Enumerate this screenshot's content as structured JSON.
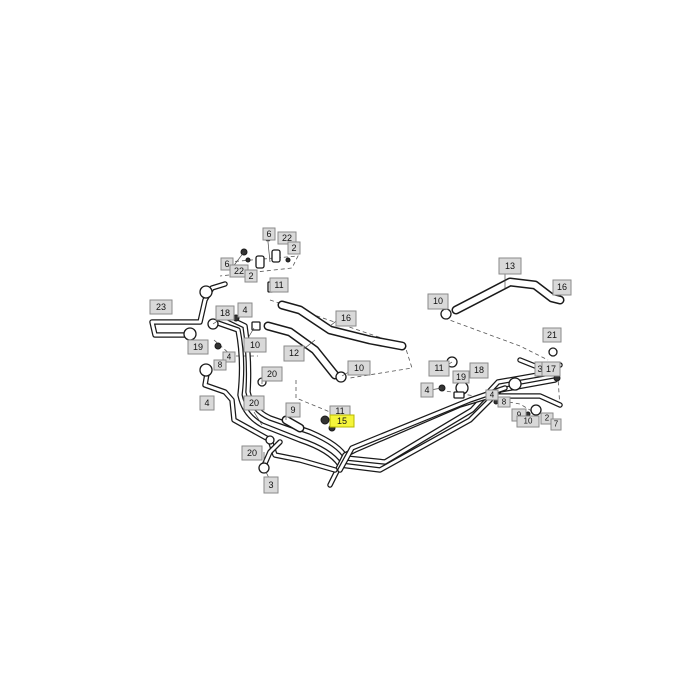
{
  "diagram": {
    "highlight_color": "#f5f53a",
    "callouts": {
      "c6a": "6",
      "c22a": "22",
      "c2a": "2",
      "c6b": "6",
      "c22b": "22",
      "c2b": "2",
      "c11a": "11",
      "c23": "23",
      "c18a": "18",
      "c4a": "4",
      "c10a": "10",
      "c19a": "19",
      "c4b": "4",
      "c8a": "8",
      "c16": "16",
      "c12": "12",
      "c10b": "10",
      "c20a": "20",
      "c4c": "4",
      "c20b": "20",
      "c9a": "9",
      "c11b": "11",
      "c15": "15",
      "c20c": "20",
      "c3": "3",
      "c13": "13",
      "c10c": "10",
      "c16b": "16",
      "c21": "21",
      "c3b": "3",
      "c17": "17",
      "c11c": "11",
      "c18b": "18",
      "c19b": "19",
      "c4d": "4",
      "c4e": "4",
      "c8b": "8",
      "c9b": "9",
      "c10d": "10",
      "c2c": "2",
      "c7": "7"
    }
  }
}
